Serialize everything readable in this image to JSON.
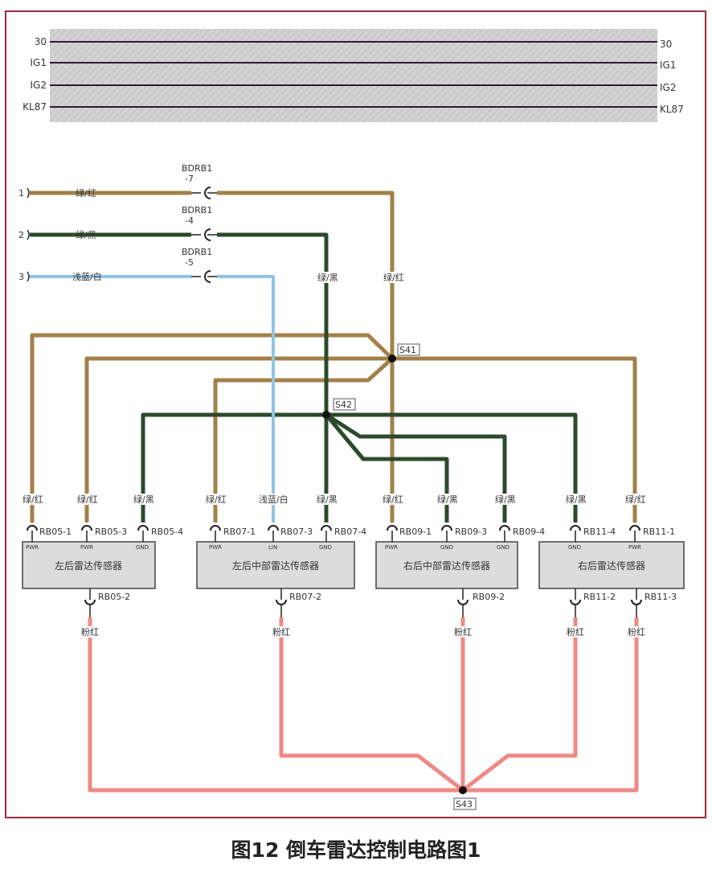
{
  "colors": {
    "frame": "#9a2a3a",
    "green_red": "#a3804a",
    "green_black": "#2c4a2c",
    "light_blue_white": "#8fc4e4",
    "pink_red": "#ee8a86",
    "sensor_fill": "#dcdcdc"
  },
  "power_rails": [
    {
      "left": "30",
      "right": "30"
    },
    {
      "left": "IG1",
      "right": "IG1"
    },
    {
      "left": "IG2",
      "right": "IG2"
    },
    {
      "left": "KL87",
      "right": "KL87"
    }
  ],
  "inputs": [
    {
      "number": "1",
      "wire": "绿/红",
      "connector": "BDRB1",
      "pin": "-7"
    },
    {
      "number": "2",
      "wire": "绿/黑",
      "connector": "BDRB1",
      "pin": "-4"
    },
    {
      "number": "3",
      "wire": "浅蓝/白",
      "connector": "BDRB1",
      "pin": "-5"
    }
  ],
  "vertical_wire_labels": {
    "green_black": "绿/黑",
    "green_red": "绿/红"
  },
  "splices": {
    "s41": "S41",
    "s42": "S42",
    "s43": "S43"
  },
  "sensors": [
    {
      "name": "左后雷达传感器",
      "pins": [
        {
          "id": "RB05-1",
          "type": "PWR",
          "wire": "绿/红"
        },
        {
          "id": "RB05-3",
          "type": "PWR",
          "wire": "绿/红"
        },
        {
          "id": "RB05-4",
          "type": "GND",
          "wire": "绿/黑"
        }
      ],
      "bottom_pins": [
        {
          "id": "RB05-2",
          "wire": "粉红"
        }
      ]
    },
    {
      "name": "左后中部雷达传感器",
      "pins": [
        {
          "id": "RB07-1",
          "type": "PWR",
          "wire": "绿/红"
        },
        {
          "id": "RB07-3",
          "type": "LIN",
          "wire": "浅蓝/白"
        },
        {
          "id": "RB07-4",
          "type": "GND",
          "wire": "绿/黑"
        }
      ],
      "bottom_pins": [
        {
          "id": "RB07-2",
          "wire": "粉红"
        }
      ]
    },
    {
      "name": "右后中部雷达传感器",
      "pins": [
        {
          "id": "RB09-1",
          "type": "PWR",
          "wire": "绿/红"
        },
        {
          "id": "RB09-3",
          "type": "GND",
          "wire": "绿/黑"
        },
        {
          "id": "RB09-4",
          "type": "GND",
          "wire": "绿/黑"
        }
      ],
      "bottom_pins": [
        {
          "id": "RB09-2",
          "wire": "粉红"
        }
      ]
    },
    {
      "name": "右后雷达传感器",
      "pins": [
        {
          "id": "RB11-4",
          "type": "GND",
          "wire": "绿/黑"
        },
        {
          "id": "RB11-1",
          "type": "PWR",
          "wire": "绿/红"
        }
      ],
      "bottom_pins": [
        {
          "id": "RB11-2",
          "wire": "粉红"
        },
        {
          "id": "RB11-3",
          "wire": "粉红"
        }
      ]
    }
  ],
  "caption": "图12  倒车雷达控制电路图1"
}
